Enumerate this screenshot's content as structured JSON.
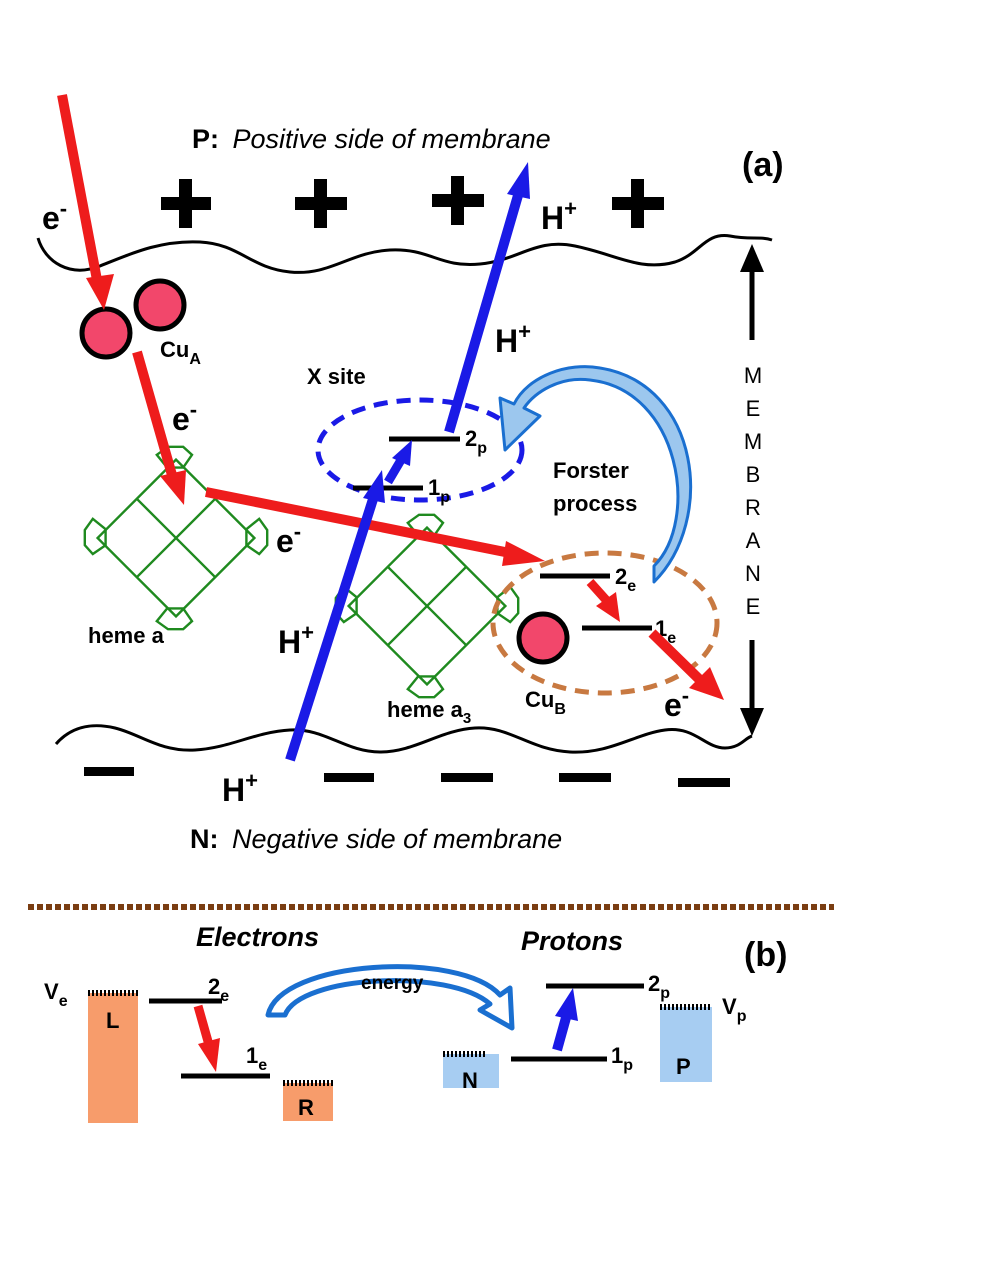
{
  "panel_a": {
    "label": "(a)",
    "p_side_prefix": "P:",
    "p_side_text": "Positive side  of membrane",
    "n_side_prefix": "N:",
    "n_side_text": "Negative side  of membrane",
    "plus": "+",
    "electron": "e",
    "electron_sup": "-",
    "proton": "H",
    "proton_sup": "+",
    "cu_a": "Cu",
    "cu_a_sub": "A",
    "cu_b": "Cu",
    "cu_b_sub": "B",
    "x_site": "X site",
    "heme_a": "heme a",
    "heme_a3": "heme a",
    "heme_a3_sub": "3",
    "forster_line1": "Forster",
    "forster_line2": "process",
    "membrane_letters": [
      "M",
      "E",
      "M",
      "B",
      "R",
      "A",
      "N",
      "E"
    ],
    "level_2p": "2",
    "level_2p_sub": "p",
    "level_1p": "1",
    "level_1p_sub": "p",
    "level_2e": "2",
    "level_2e_sub": "e",
    "level_1e": "1",
    "level_1e_sub": "e"
  },
  "panel_b": {
    "label": "(b)",
    "electrons_title": "Electrons",
    "protons_title": "Protons",
    "energy": "energy",
    "ve": "V",
    "ve_sub": "e",
    "vp": "V",
    "vp_sub": "p",
    "l": "L",
    "r": "R",
    "n": "N",
    "p": "P",
    "level_2e": "2",
    "level_2e_sub": "e",
    "level_1e": "1",
    "level_1e_sub": "e",
    "level_2p": "2",
    "level_2p_sub": "p",
    "level_1p": "1",
    "level_1p_sub": "p"
  },
  "colors": {
    "electron_arrow": "#ee1c1c",
    "proton_arrow": "#1a1ae6",
    "copper_atom": "#f2476b",
    "heme": "#1f8a1f",
    "x_site_ellipse": "#1a1ae6",
    "cu_b_ellipse": "#c87941",
    "forster_fill": "#9cc7ee",
    "forster_stroke": "#1a6fd0",
    "divider": "#7a3d12",
    "electron_reservoir": "#f79c6b",
    "proton_reservoir": "#a7cdf2"
  }
}
